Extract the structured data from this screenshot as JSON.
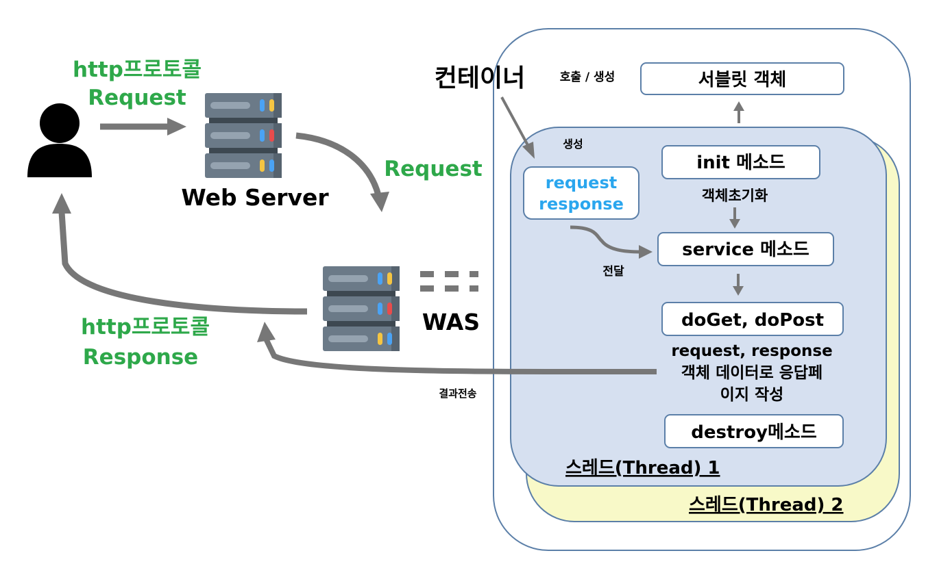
{
  "colors": {
    "green_label": "#2ea84a",
    "blue_label": "#2aa6ee",
    "arrow": "#777777",
    "thread1_fill": "#d6e0f0",
    "thread2_fill": "#f8f9c8",
    "border": "#5b7fa8",
    "server_body": "#6b7a88",
    "led_blue": "#4aa3f5",
    "led_yellow": "#f5c542",
    "led_red": "#e84c4c"
  },
  "client": {
    "icon": "user-icon",
    "request_label_line1": "http프로토콜",
    "request_label_line2": "Request",
    "response_label_line1": "http프로토콜",
    "response_label_line2": "Response"
  },
  "web_server": {
    "icon": "server-icon",
    "label": "Web Server",
    "to_was_label": "Request"
  },
  "was": {
    "icon": "server-icon",
    "label": "WAS",
    "result_label": "결과전송"
  },
  "container": {
    "label": "컨테이너",
    "call_create_label": "호출 / 생성",
    "servlet_object": "서블릿 객체",
    "create_label": "생성",
    "req_res_line1": "request",
    "req_res_line2": "response",
    "deliver_label": "전달",
    "init_method": "init 메소드",
    "init_desc": "객체초기화",
    "service_method": "service 메소드",
    "doget_dopost": "doGet, doPost",
    "doget_desc_line1": "request, response",
    "doget_desc_line2": "객체 데이터로 응답페",
    "doget_desc_line3": "이지 작성",
    "destroy_method": "destroy메소드",
    "thread1_label": "스레드(Thread) 1",
    "thread2_label": "스레드(Thread) 2"
  }
}
